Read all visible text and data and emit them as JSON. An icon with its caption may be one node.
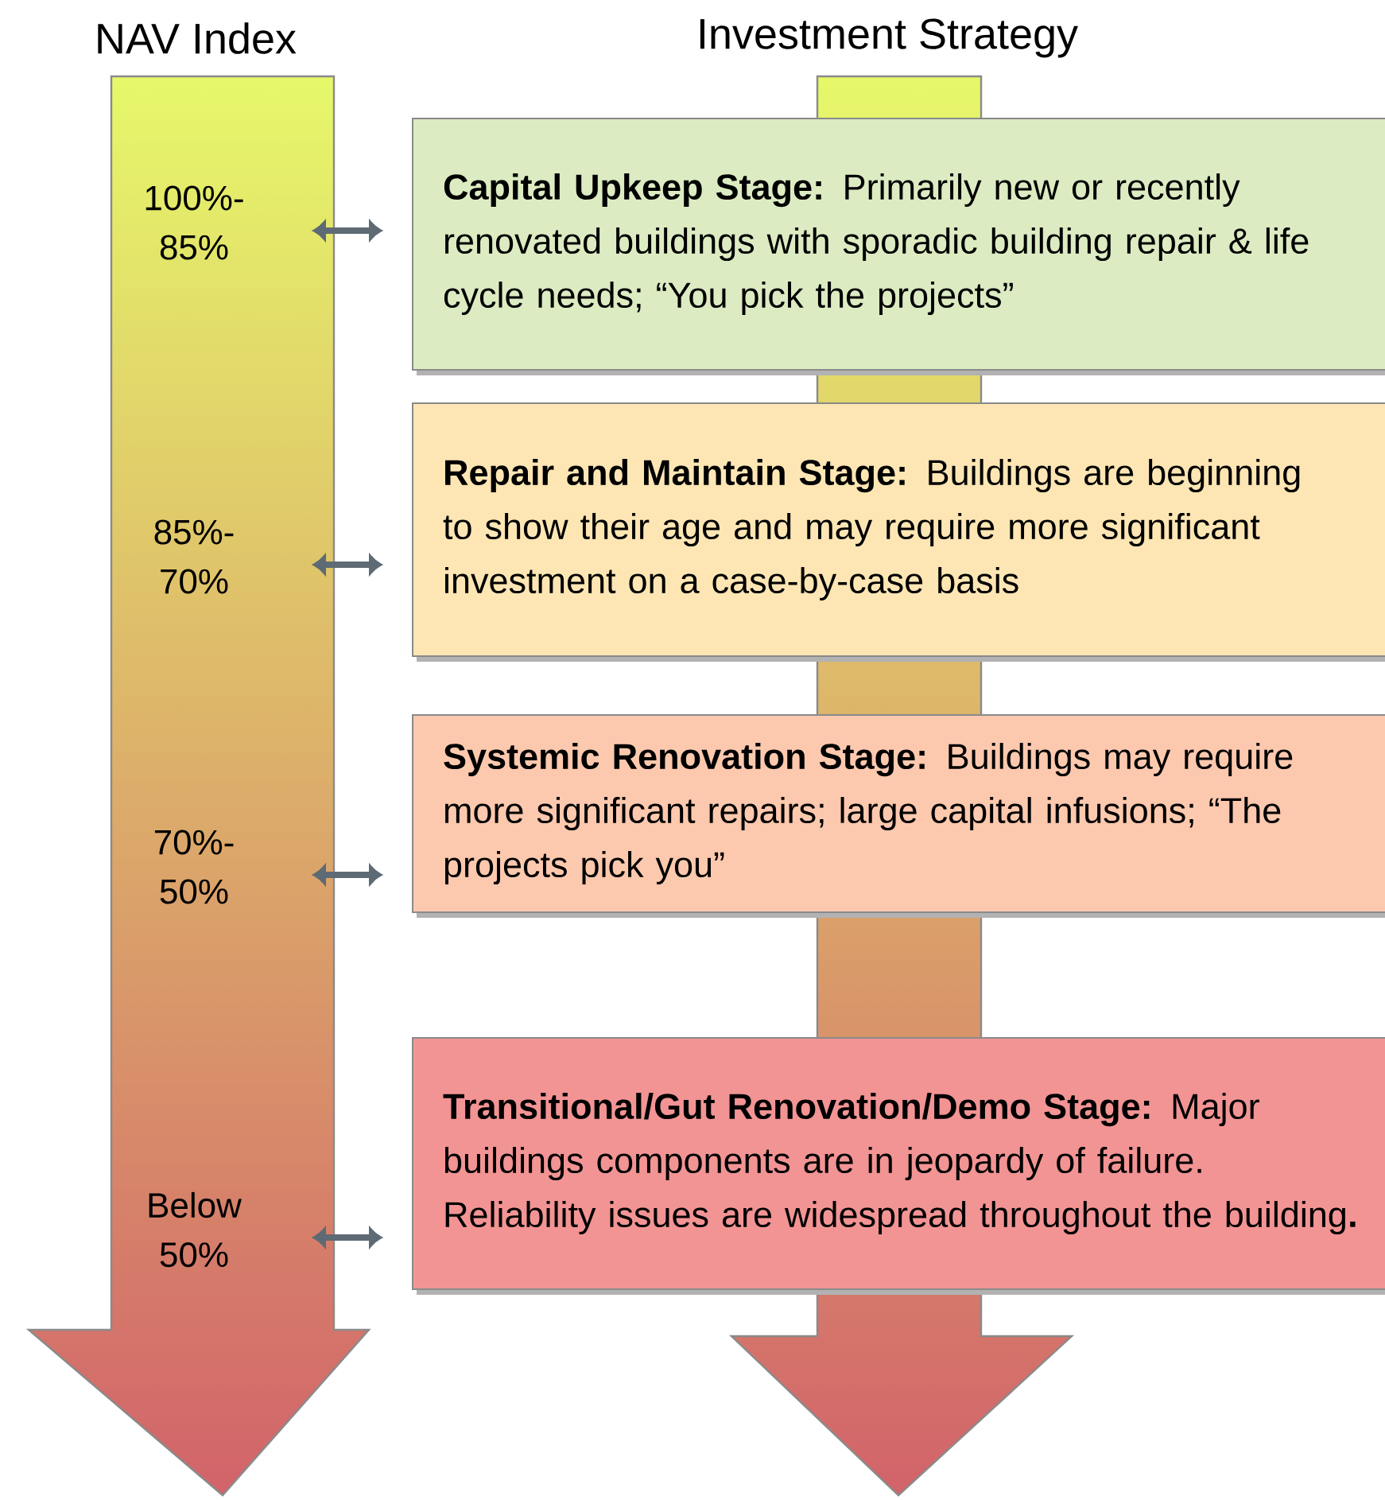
{
  "diagram": {
    "nodes": [
      {
        "text": [
          "100%- 85%"
        ]
      },
      {
        "text": [
          "**Capital Upkeep Stage:** Primarily new or recently renovated buildings with sporadic building repair & life cycle needs; “You pick the projects”"
        ]
      },
      {
        "text": [
          "85%- 70%"
        ]
      },
      {
        "text": [
          "**Repair and Maintain Stage:** Buildings are beginning to show their age and may require more significant investment on a case-by-case basis"
        ]
      },
      {
        "text": [
          "70%- 50%"
        ]
      },
      {
        "text": [
          "**Systemic Renovation Stage:** Buildings may require more significant repairs; large capital infusions; “The projects pick you”"
        ]
      },
      {
        "text": [
          "Below 50%"
        ]
      },
      {
        "text": [
          "**Transitional/Gut Renovation/Demo Stage:** Major buildings components are in jeopardy of failure. Reliability issues are widespread throughout the building**.**"
        ]
      }
    ],
    "edges": [
      {
        "from": 0,
        "to": 1,
        "arrow": "both"
      },
      {
        "from": 2,
        "to": 3,
        "arrow": "both"
      },
      {
        "from": 4,
        "to": 5,
        "arrow": "both"
      },
      {
        "from": 6,
        "to": 7,
        "arrow": "both"
      }
    ],
    "labels": [
      "NAV Index",
      "Investment Strategy"
    ]
  }
}
